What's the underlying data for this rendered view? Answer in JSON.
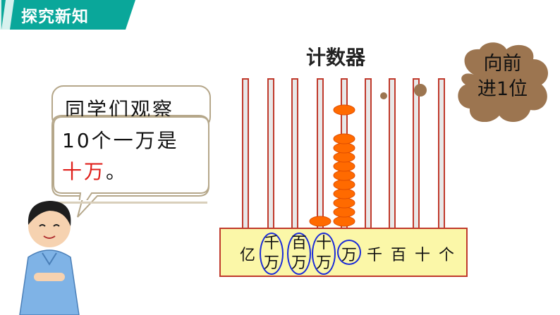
{
  "section_tag": {
    "label": "探究新知",
    "colors": {
      "tag": "#0aa79a",
      "stripe": "#d7f1ee"
    }
  },
  "abacus": {
    "title": "计数器",
    "place_labels": [
      {
        "top": "亿",
        "bottom": "",
        "circled": false
      },
      {
        "top": "千",
        "bottom": "万",
        "circled": true
      },
      {
        "top": "百",
        "bottom": "万",
        "circled": true
      },
      {
        "top": "十",
        "bottom": "万",
        "circled": true
      },
      {
        "top": "万",
        "bottom": "",
        "circled": true
      },
      {
        "top": "千",
        "bottom": "",
        "circled": false
      },
      {
        "top": "百",
        "bottom": "",
        "circled": false
      },
      {
        "top": "十",
        "bottom": "",
        "circled": false
      },
      {
        "top": "个",
        "bottom": "",
        "circled": false
      }
    ],
    "bead_counts": {
      "十万": 1,
      "万": 10
    },
    "colors": {
      "rod": "#c0392b",
      "bead": "#ff6a00",
      "base": "#fbf7a8"
    }
  },
  "cloud": {
    "line1": "向前",
    "line2": "进1位",
    "colors": {
      "fill": "#9c7550"
    }
  },
  "speech_bubble": {
    "back_text": "同学们观察",
    "line1": "10个一万是",
    "line2_highlight": "十万",
    "line2_tail": "。",
    "colors": {
      "highlight": "#e0201b",
      "border": "#b5a78a"
    }
  }
}
